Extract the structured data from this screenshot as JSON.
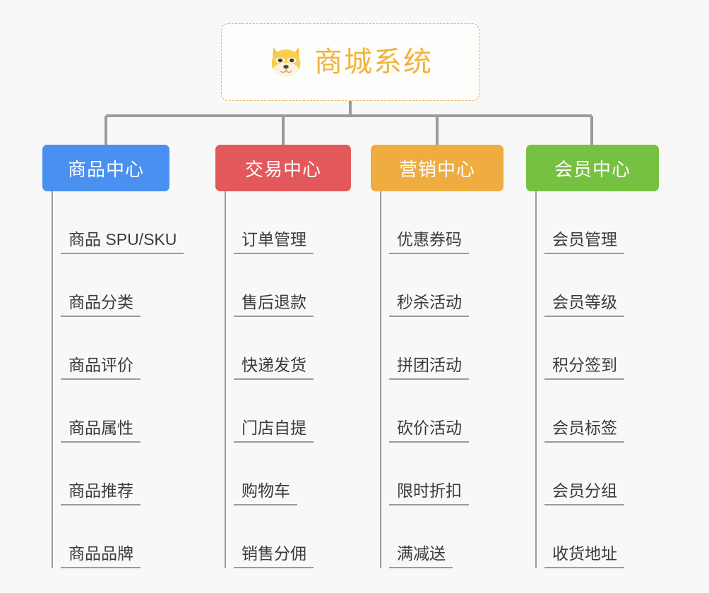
{
  "page": {
    "background_color": "#f8f8f8",
    "line_color": "#9b9b9b",
    "leaf_text_color": "#3b3b3b"
  },
  "root": {
    "title": "商城系统",
    "icon": "shiba-dog-icon",
    "text_color": "#f2b33d",
    "border_color": "#e8b457",
    "background_color": "#fdfdfc"
  },
  "categories": [
    {
      "label": "商品中心",
      "color": "#4a90f0",
      "items": [
        "商品 SPU/SKU",
        "商品分类",
        "商品评价",
        "商品属性",
        "商品推荐",
        "商品品牌"
      ]
    },
    {
      "label": "交易中心",
      "color": "#e2585b",
      "items": [
        "订单管理",
        "售后退款",
        "快递发货",
        "门店自提",
        "购物车",
        "销售分佣"
      ]
    },
    {
      "label": "营销中心",
      "color": "#eeac41",
      "items": [
        "优惠券码",
        "秒杀活动",
        "拼团活动",
        "砍价活动",
        "限时折扣",
        "满减送"
      ]
    },
    {
      "label": "会员中心",
      "color": "#76c042",
      "items": [
        "会员管理",
        "会员等级",
        "积分签到",
        "会员标签",
        "会员分组",
        "收货地址"
      ]
    }
  ]
}
